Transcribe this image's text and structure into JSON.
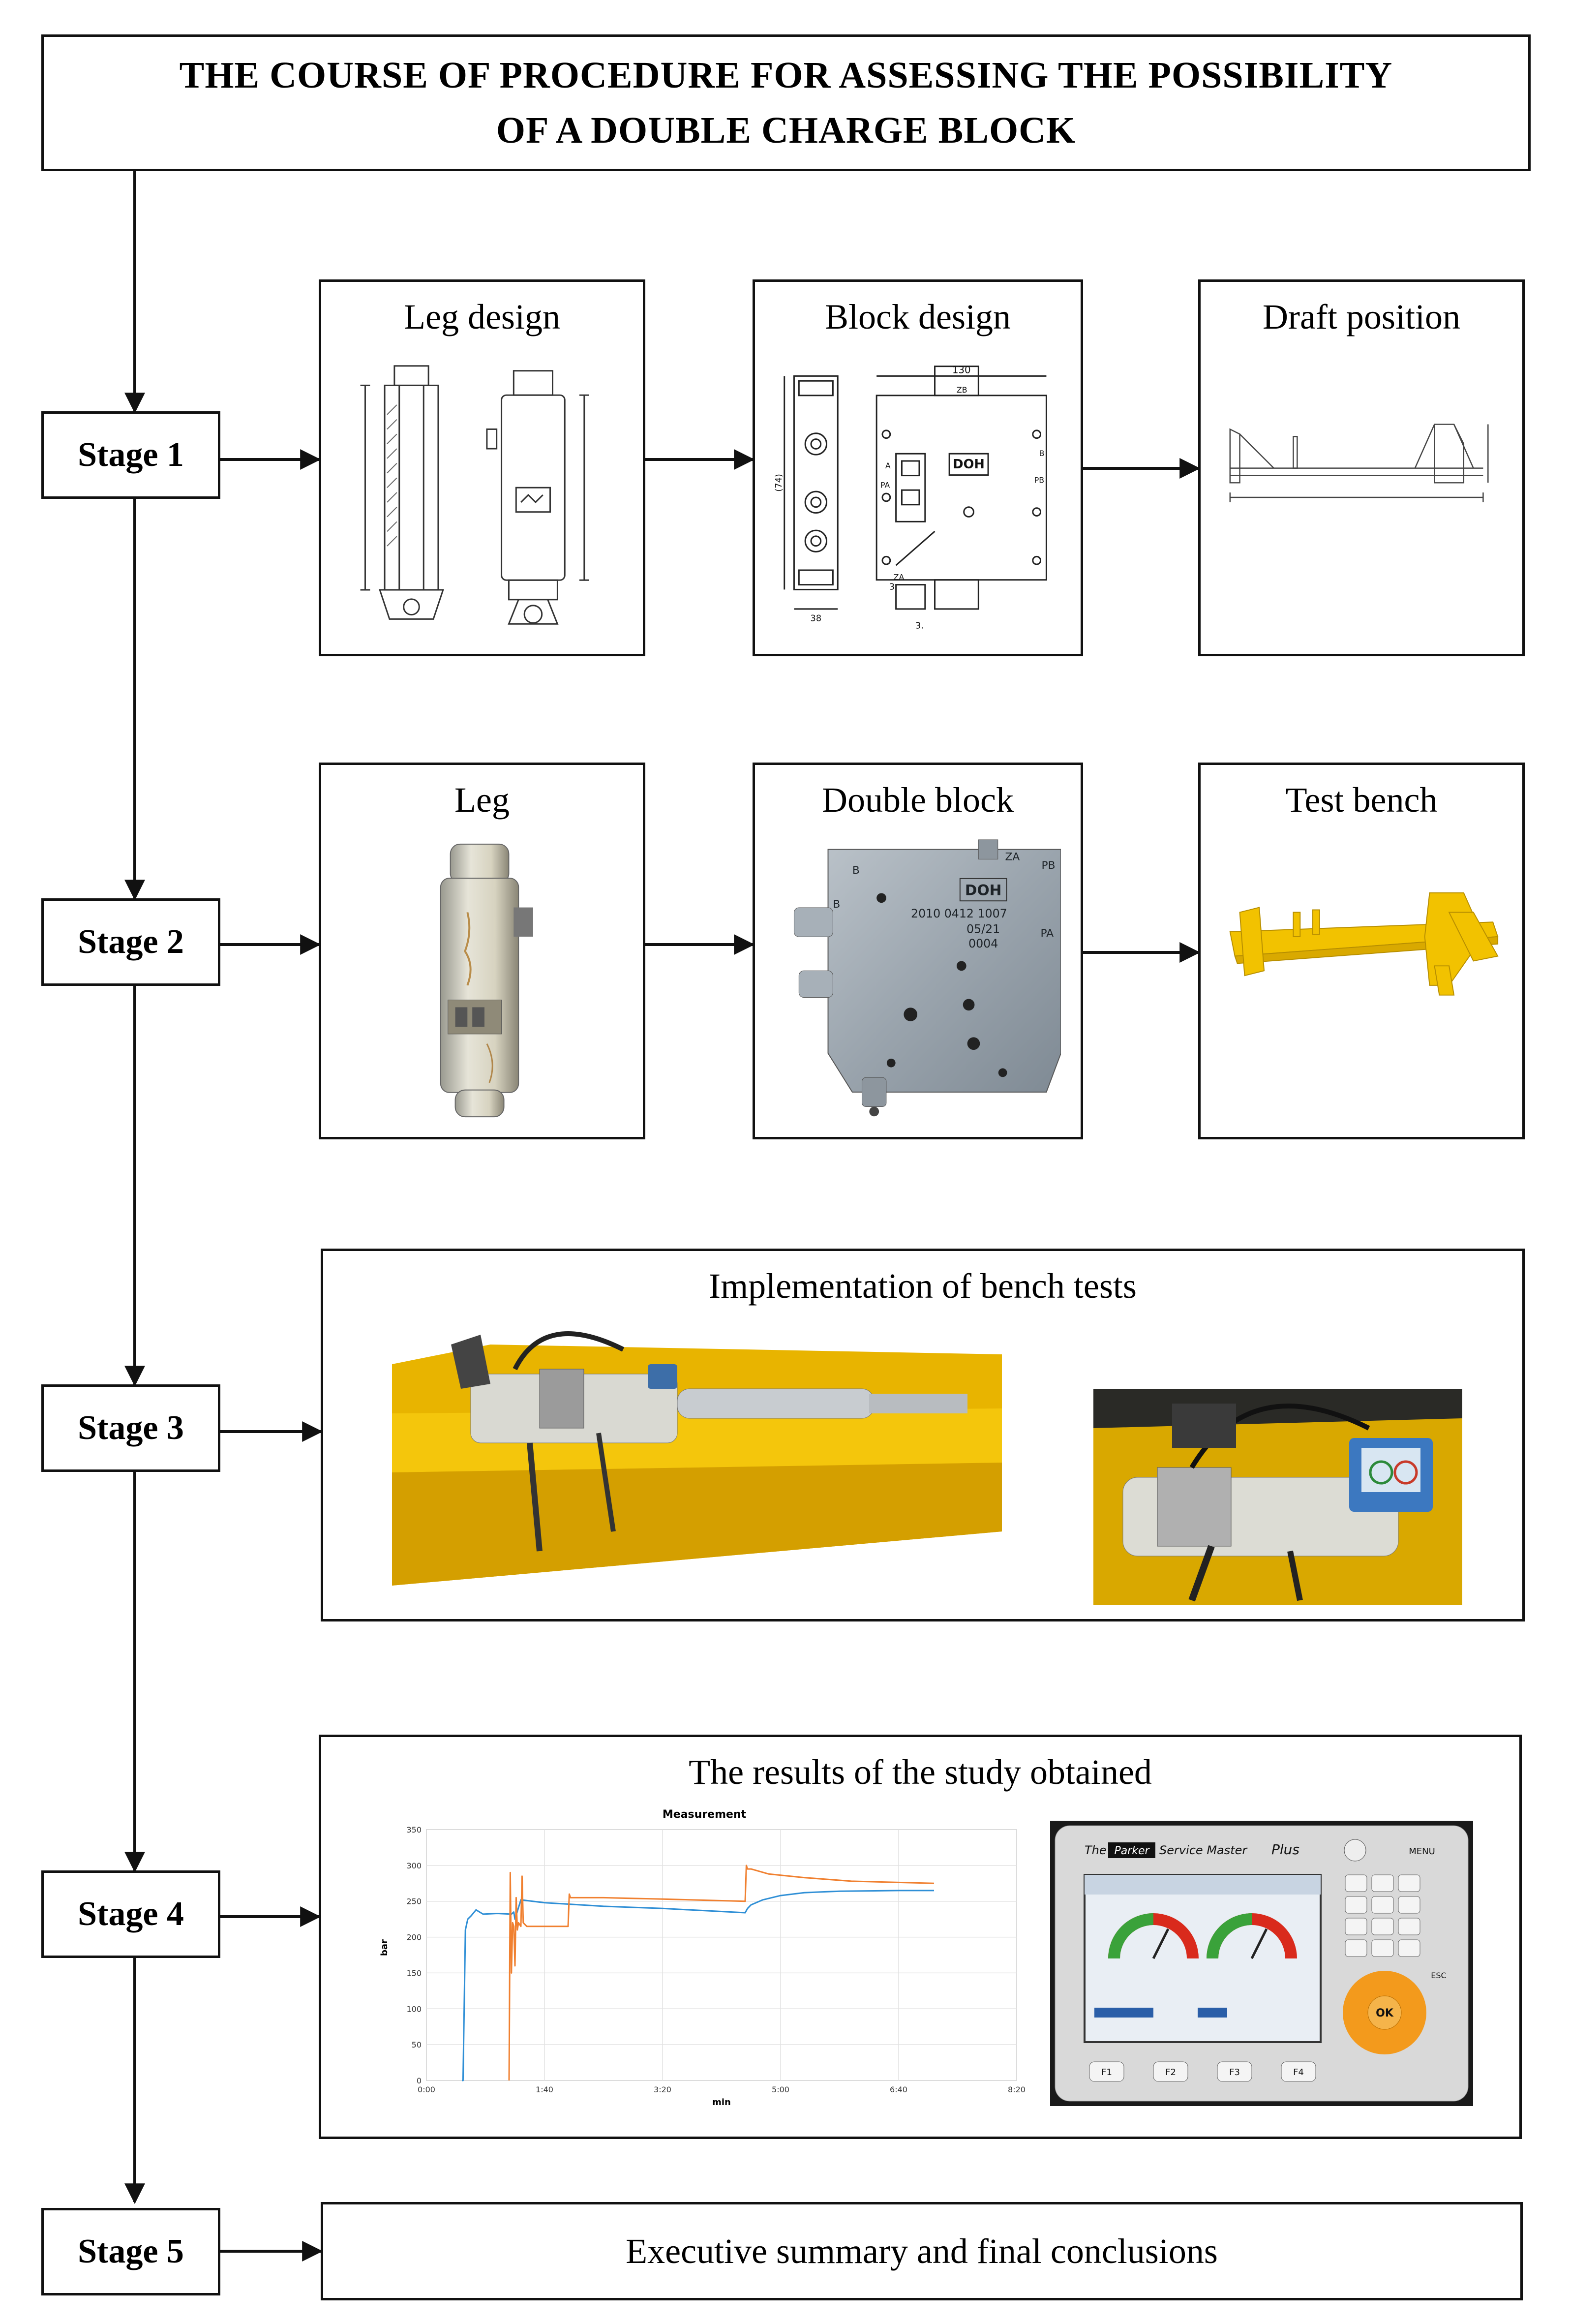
{
  "title": {
    "line1": "THE COURSE OF PROCEDURE FOR ASSESSING THE POSSIBILITY",
    "line2": "OF A DOUBLE CHARGE BLOCK"
  },
  "stages": [
    "Stage 1",
    "Stage 2",
    "Stage 3",
    "Stage 4",
    "Stage 5"
  ],
  "panels": {
    "leg_design": "Leg design",
    "block_design": "Block design",
    "draft_position": "Draft position",
    "leg": "Leg",
    "double_block": "Double block",
    "test_bench": "Test bench",
    "bench_tests": "Implementation of bench tests",
    "results": "The results of the study obtained",
    "summary": "Executive summary and final conclusions"
  },
  "block_labels": {
    "top": "130",
    "side": "(74)",
    "bottom": "38",
    "brand": "DOH",
    "port_a": "A",
    "port_b": "B",
    "port_pa": "PA",
    "port_pb": "PB",
    "port_za": "ZA",
    "port_zb": "ZB",
    "num_3a": "3",
    "num_3b": "3."
  },
  "double_block_photo": {
    "brand": "DOH",
    "serial": "2010 0412 1007",
    "date": "05/21",
    "code": "0004",
    "port_za": "ZA",
    "port_pb": "PB",
    "port_pa": "PA",
    "port_b1": "B",
    "port_b2": "B"
  },
  "device": {
    "brand_prefix": "The",
    "brand_logo": "Parker",
    "brand_name": "Service Master",
    "brand_suffix": "Plus",
    "menu_key": "MENU",
    "ok_key": "OK",
    "esc_key": "ESC",
    "fkeys": [
      "F1",
      "F2",
      "F3",
      "F4"
    ]
  },
  "colors": {
    "bench_yellow": "#f2c200",
    "series_blue": "#2f8fd6",
    "series_orange": "#f08030"
  },
  "chart_data": {
    "type": "line",
    "title": "Measurement",
    "xlabel": "min",
    "ylabel": "bar",
    "xlim": [
      0,
      500
    ],
    "ylim": [
      0,
      350
    ],
    "x_ticks": [
      0,
      100,
      200,
      300,
      400,
      500
    ],
    "x_tick_labels": [
      "0:00",
      "1:40",
      "3:20",
      "5:00",
      "6:40",
      "8:20"
    ],
    "y_ticks": [
      0,
      50,
      100,
      150,
      200,
      250,
      300,
      350
    ],
    "grid": true,
    "series": [
      {
        "color": "#2f8fd6",
        "x": [
          30,
          31,
          33,
          35,
          38,
          42,
          48,
          60,
          72,
          74,
          75,
          80,
          90,
          100,
          150,
          200,
          270,
          272,
          275,
          285,
          300,
          320,
          350,
          400,
          430
        ],
        "y": [
          0,
          0,
          210,
          225,
          230,
          238,
          232,
          233,
          232,
          235,
          225,
          252,
          250,
          248,
          243,
          240,
          234,
          240,
          245,
          252,
          258,
          262,
          264,
          265,
          265
        ]
      },
      {
        "color": "#f08030",
        "x": [
          70,
          71,
          72,
          73,
          74,
          75,
          76,
          77,
          78,
          80,
          81,
          82,
          85,
          100,
          120,
          121,
          122,
          150,
          200,
          270,
          271,
          272,
          275,
          290,
          320,
          360,
          430
        ],
        "y": [
          0,
          290,
          150,
          220,
          215,
          160,
          255,
          210,
          220,
          215,
          285,
          220,
          215,
          215,
          215,
          260,
          255,
          255,
          253,
          250,
          300,
          295,
          295,
          288,
          283,
          278,
          275
        ]
      }
    ]
  }
}
